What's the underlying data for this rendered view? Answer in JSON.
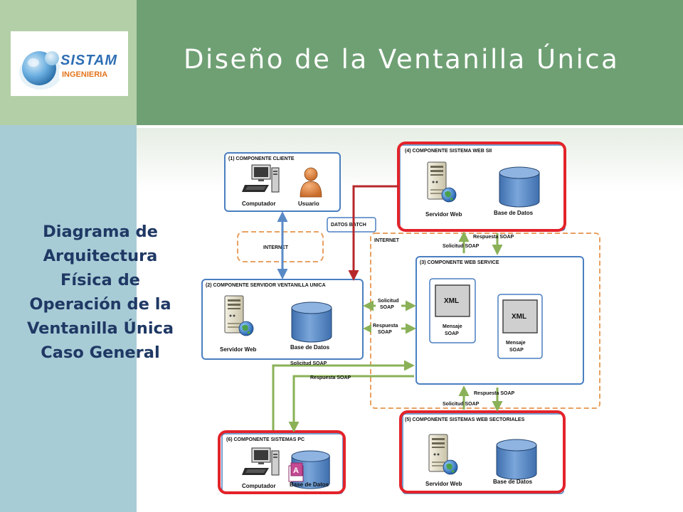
{
  "slide": {
    "title": "Diseño de la Ventanilla Única",
    "subtitle_lines": [
      "Diagrama de",
      "Arquitectura",
      "Física de",
      "Operación de la",
      "Ventanilla Única",
      "Caso  General"
    ]
  },
  "logo": {
    "brand": "SISTAM",
    "tagline": "INGENIERIA"
  },
  "colors": {
    "title_bar": "#6fa074",
    "logo_cell": "#b3cfa7",
    "left_strip": "#a8ccd6",
    "subtitle_text": "#1f3864",
    "box_border": "#4a7fc0",
    "highlight_red": "#e3232a",
    "dashed_orange": "#e8a060",
    "arrow_green": "#8ab157",
    "arrow_blue": "#5a8ac6",
    "arrow_darkred": "#b7272a",
    "database_blue": "#5a8ac6"
  },
  "diagram": {
    "components": {
      "cliente": {
        "title": "(1) COMPONENTE CLIENTE",
        "icons": [
          "computer-icon",
          "user-icon"
        ],
        "labels": [
          "Computador",
          "Usuario"
        ]
      },
      "servidor_vu": {
        "title": "(2) COMPONENTE SERVIDOR VENTANILLA UNICA",
        "icons": [
          "server-icon",
          "database-icon"
        ],
        "labels": [
          "Servidor Web",
          "Base de Datos"
        ]
      },
      "web_service": {
        "title": "(3) COMPONENTE WEB SERVICE",
        "messages": [
          {
            "tag": "XML",
            "caption": [
              "Mensaje",
              "SOAP"
            ]
          },
          {
            "tag": "XML",
            "caption": [
              "Mensaje",
              "SOAP"
            ]
          }
        ]
      },
      "sistema_sii": {
        "title": "(4) COMPONENTE SISTEMA WEB SII",
        "icons": [
          "server-icon",
          "database-icon"
        ],
        "labels": [
          "Servidor Web",
          "Base de Datos"
        ]
      },
      "sectoriales": {
        "title": "(5) COMPONENTE SISTEMAS WEB SECTORIALES",
        "icons": [
          "server-icon",
          "database-icon"
        ],
        "labels": [
          "Servidor Web",
          "Base de Datos"
        ]
      },
      "sistemas_pc": {
        "title": "(6) COMPONENTE SISTEMAS PC",
        "icons": [
          "computer-icon",
          "access-icon",
          "database-icon"
        ],
        "labels": [
          "Computador",
          "Base de Datos"
        ]
      }
    },
    "internet_left": "INTERNET",
    "internet_right": "INTERNET",
    "datos_batch": "DATOS BATCH",
    "flow_labels": {
      "sii_respuesta": "Respuesta SOAP",
      "sii_solicitud": "Solicitud SOAP",
      "vu_solicitud": [
        "Solicitud",
        "SOAP"
      ],
      "vu_respuesta": [
        "Respuesta",
        "SOAP"
      ],
      "pc_solicitud": "Solicitud SOAP",
      "pc_respuesta": "Respuesta SOAP",
      "sect_respuesta": "Respuesta SOAP",
      "sect_solicitud": "Solicitud SOAP"
    }
  }
}
